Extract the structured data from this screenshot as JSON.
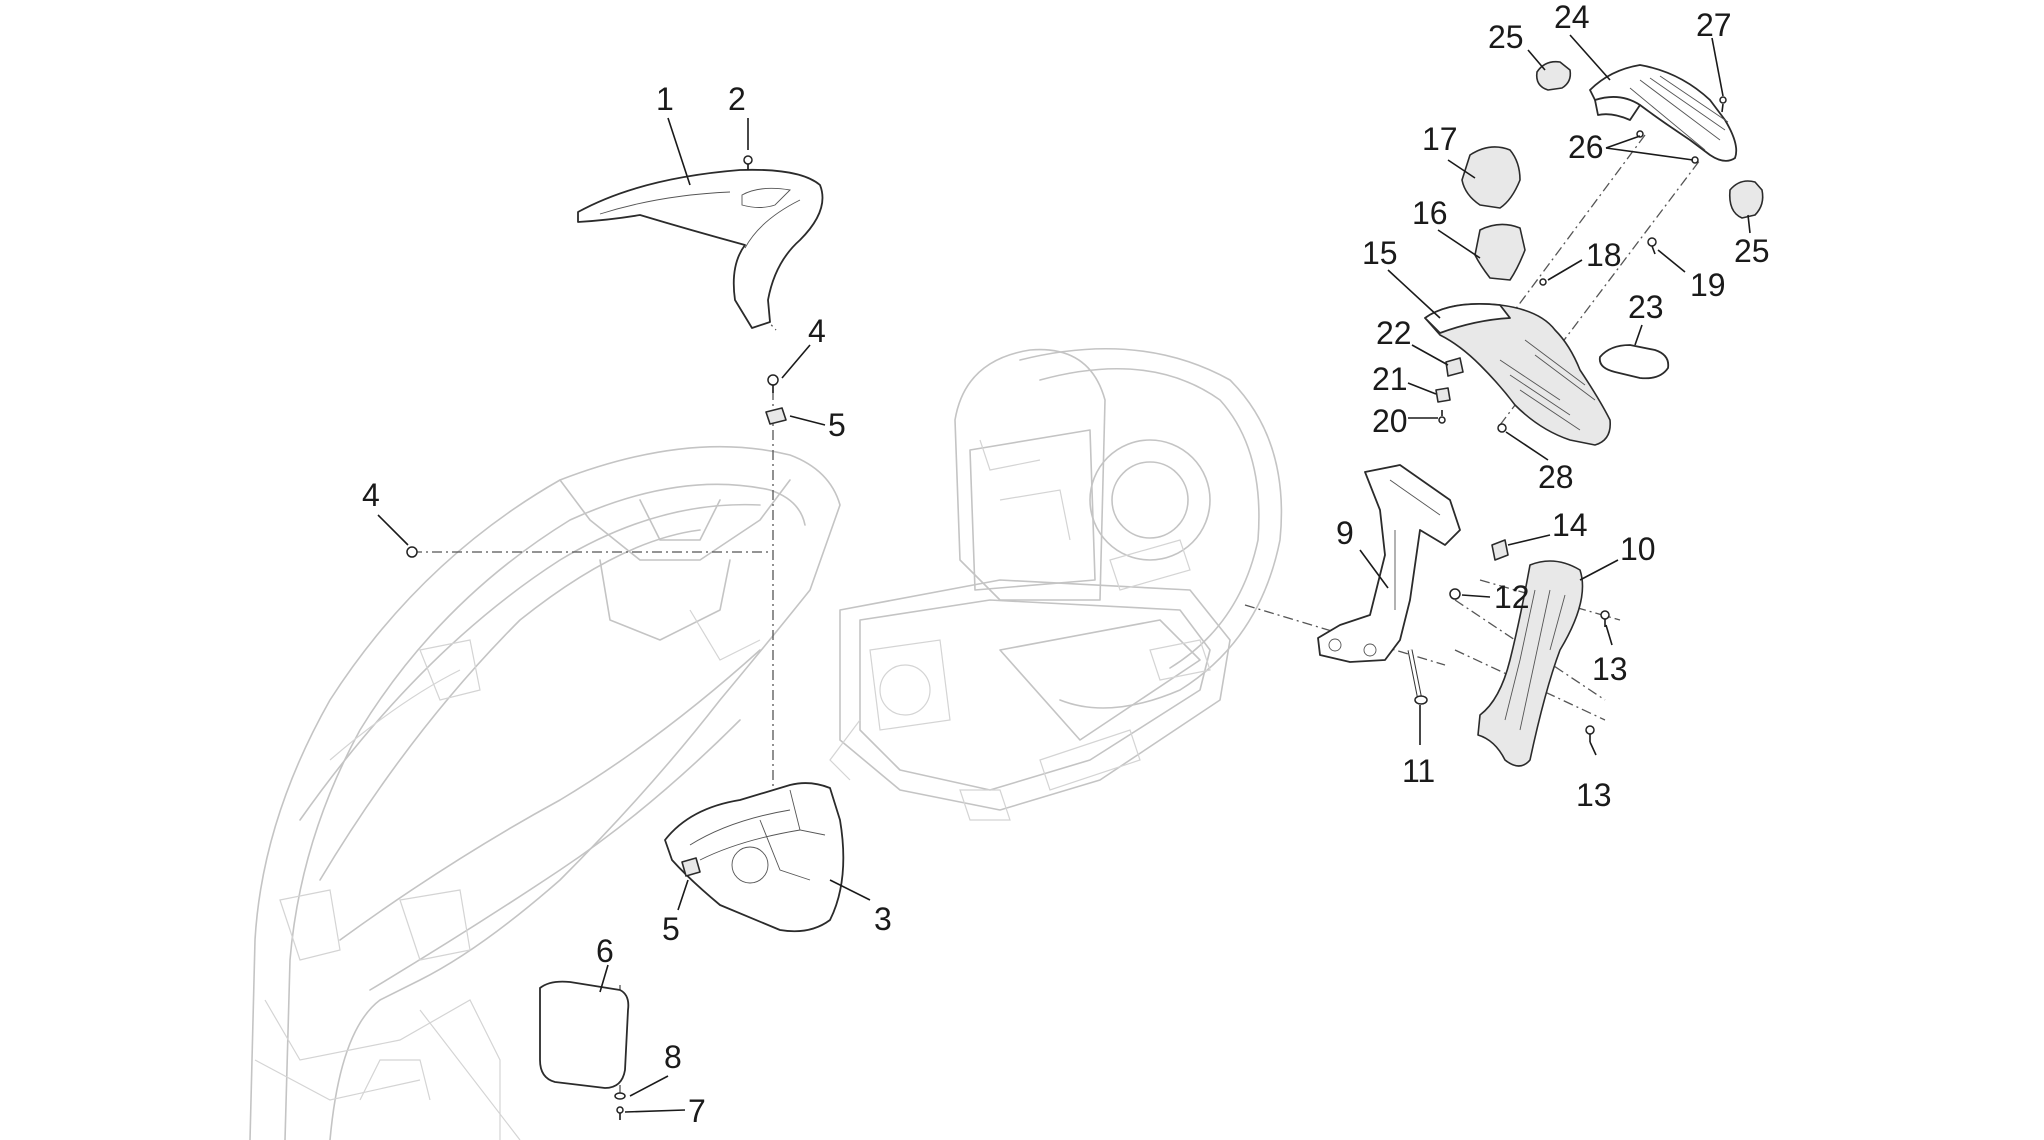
{
  "callouts": [
    "1",
    "2",
    "3",
    "4",
    "4",
    "5",
    "5",
    "6",
    "7",
    "8",
    "9",
    "10",
    "11",
    "12",
    "13",
    "13",
    "14",
    "15",
    "16",
    "17",
    "18",
    "19",
    "20",
    "21",
    "22",
    "23",
    "24",
    "25",
    "25",
    "26",
    "27",
    "28"
  ]
}
